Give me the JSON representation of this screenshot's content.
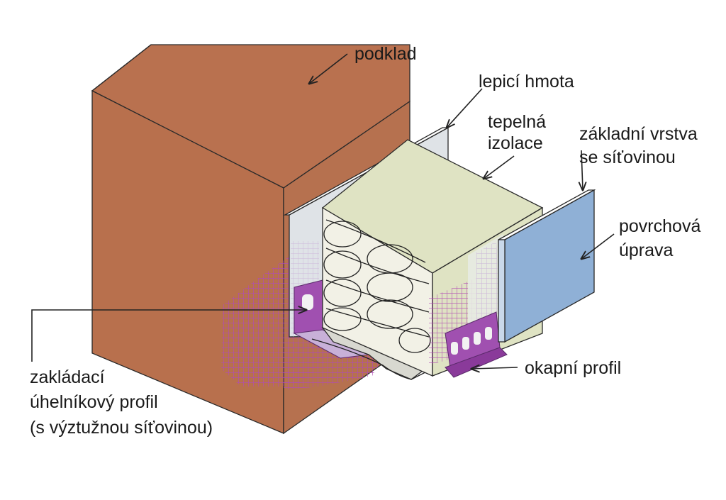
{
  "labels": {
    "substrate": "podklad",
    "adhesive": "lepicí hmota",
    "insulation_line1": "tepelná",
    "insulation_line2": "izolace",
    "base_layer_line1": "základní vrstva",
    "base_layer_line2": "se síťovinou",
    "finish_line1": "povrchová",
    "finish_line2": "úprava",
    "drip_profile": "okapní profil",
    "starter_line1": "zakládací",
    "starter_line2": "úhelníkový profil",
    "starter_line3": "(s výztužnou síťovinou)"
  },
  "colors": {
    "brick": "#b9714f",
    "adhesive": "#dfe3e7",
    "insulation": "#dfe3c3",
    "mesh": "#b04bb4",
    "finish": "#8fb0d6",
    "profile": "#a050b0"
  }
}
